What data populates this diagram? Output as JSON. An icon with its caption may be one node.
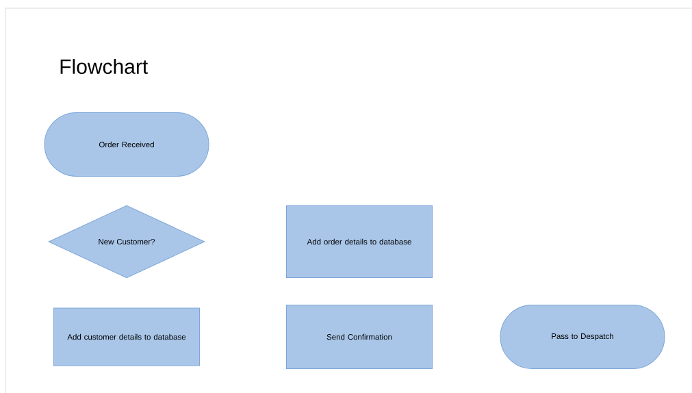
{
  "diagram": {
    "title": "Flowchart",
    "nodes": [
      {
        "text": [
          "Order Received"
        ]
      },
      {
        "text": [
          "New Customer?"
        ]
      },
      {
        "text": [
          "Add order details to database"
        ]
      },
      {
        "text": [
          "Add customer details to database"
        ]
      },
      {
        "text": [
          "Send Confirmation"
        ]
      },
      {
        "text": [
          "Pass to Despatch"
        ]
      }
    ]
  }
}
